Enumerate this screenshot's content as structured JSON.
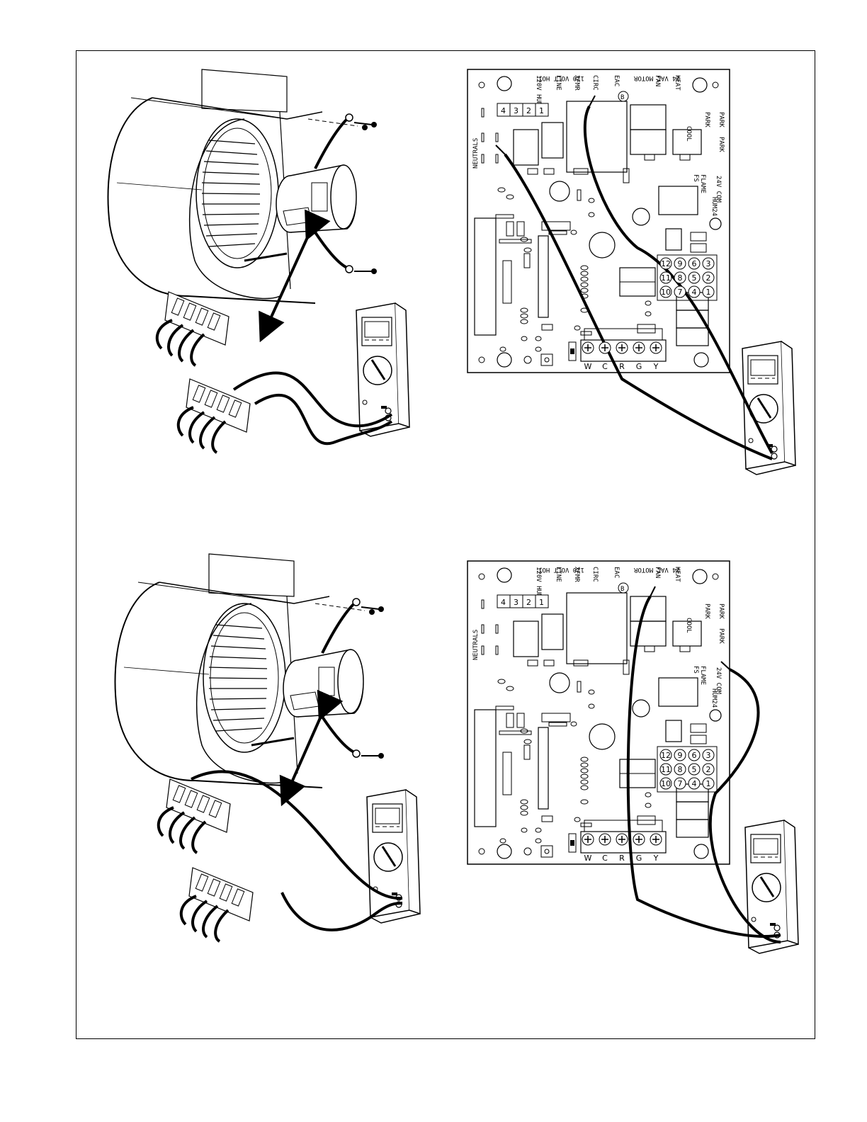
{
  "board": {
    "top_labels": {
      "volt_hot": "120 VOLT HOT",
      "vac_motor": "24 VAC MOTOR",
      "hum": "120V HUM",
      "line": "LINE",
      "xfmr": "XFMR",
      "circ": "CIRC",
      "eac": "EAC",
      "fan": "FAN",
      "heat": "HEAT",
      "cool": "COOL",
      "park1": "PARK",
      "park2": "PARK",
      "park3": "PARK"
    },
    "side_labels": {
      "neutrals": "NEUTRALS",
      "flame": "FLAME",
      "fs": "FS",
      "com": "24V COM",
      "hum24": "HUM24"
    },
    "marker": "B",
    "small_connector": [
      "4",
      "3",
      "2",
      "1"
    ],
    "pin_grid": [
      [
        "12",
        "9",
        "6",
        "3"
      ],
      [
        "11",
        "8",
        "5",
        "2"
      ],
      [
        "10",
        "7",
        "4",
        "1"
      ]
    ],
    "terminals": [
      "W",
      "C",
      "R",
      "G",
      "Y"
    ]
  },
  "colors": {
    "line": "#000000",
    "paper": "#ffffff"
  }
}
